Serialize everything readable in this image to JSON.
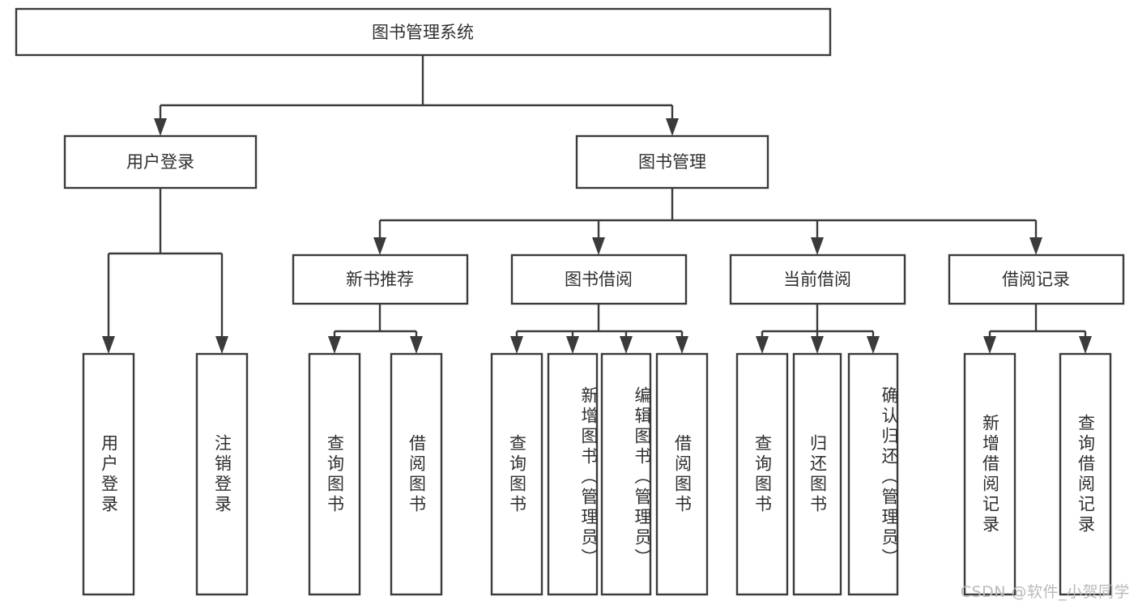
{
  "diagram": {
    "type": "tree-hierarchy",
    "title": "图书管理系统",
    "orientation": "top-down",
    "colors": {
      "box_stroke": "#3b3b3b",
      "box_fill": "#ffffff",
      "text": "#2f2f2f",
      "background": "#ffffff",
      "watermark": "#b9b9b9"
    },
    "root": {
      "label": "图书管理系统"
    },
    "level1": [
      {
        "id": "user-login",
        "label": "用户登录"
      },
      {
        "id": "book-management",
        "label": "图书管理"
      }
    ],
    "level2": [
      {
        "id": "new-book-recommend",
        "label": "新书推荐",
        "parent": "book-management"
      },
      {
        "id": "book-borrow",
        "label": "图书借阅",
        "parent": "book-management"
      },
      {
        "id": "current-borrow",
        "label": "当前借阅",
        "parent": "book-management"
      },
      {
        "id": "borrow-record",
        "label": "借阅记录",
        "parent": "book-management"
      }
    ],
    "leaves": {
      "user-login": [
        {
          "id": "leaf-user-login",
          "label": "用户登录"
        },
        {
          "id": "leaf-logout",
          "label": "注销登录"
        }
      ],
      "new-book-recommend": [
        {
          "id": "leaf-query-book-1",
          "label": "查询图书"
        },
        {
          "id": "leaf-borrow-book-1",
          "label": "借阅图书"
        }
      ],
      "book-borrow": [
        {
          "id": "leaf-query-book-2",
          "label": "查询图书"
        },
        {
          "id": "leaf-add-book",
          "label": "新增图书（管理员）"
        },
        {
          "id": "leaf-edit-book",
          "label": "编辑图书（管理员）"
        },
        {
          "id": "leaf-borrow-book-2",
          "label": "借阅图书"
        }
      ],
      "current-borrow": [
        {
          "id": "leaf-query-book-3",
          "label": "查询图书"
        },
        {
          "id": "leaf-return-book",
          "label": "归还图书"
        },
        {
          "id": "leaf-confirm-return",
          "label": "确认归还（管理员）"
        }
      ],
      "borrow-record": [
        {
          "id": "leaf-add-record",
          "label": "新增借阅记录"
        },
        {
          "id": "leaf-query-record",
          "label": "查询借阅记录"
        }
      ]
    }
  },
  "watermark": {
    "text": "CSDN @软件_小贺同学"
  }
}
